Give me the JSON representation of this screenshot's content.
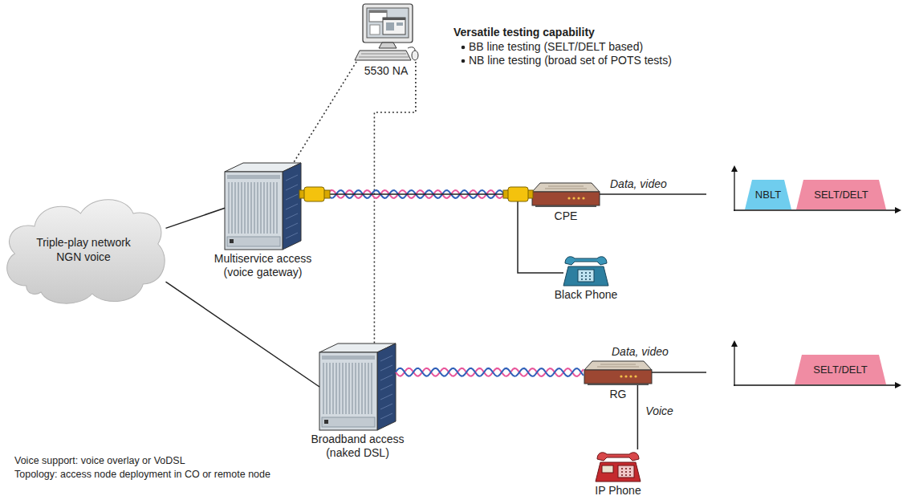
{
  "diagram": {
    "nodes": [
      {
        "text": [
          "5530 NA"
        ]
      },
      {
        "text": [
          "Triple-play network NGN voice"
        ]
      },
      {
        "text": [
          "Multiservice access (voice gateway)"
        ]
      },
      {
        "text": [
          "CPE"
        ]
      },
      {
        "text": [
          "Black Phone"
        ]
      },
      {
        "text": [
          "NBLT"
        ]
      },
      {
        "text": [
          "SELT/DELT"
        ]
      },
      {
        "text": [
          "Broadband access (naked DSL)"
        ]
      },
      {
        "text": [
          "RG"
        ]
      },
      {
        "text": [
          "IP Phone"
        ]
      },
      {
        "text": [
          "SELT/DELT"
        ]
      }
    ],
    "edges": [
      {
        "from": 0,
        "to": 2,
        "arrow": "none"
      },
      {
        "from": 0,
        "to": 7,
        "arrow": "none"
      },
      {
        "from": 1,
        "to": 2,
        "arrow": "none"
      },
      {
        "from": 1,
        "to": 7,
        "arrow": "none"
      },
      {
        "from": 2,
        "to": 3,
        "arrow": "none"
      },
      {
        "from": 2,
        "to": 4,
        "arrow": "none"
      },
      {
        "from": 7,
        "to": 8,
        "arrow": "none"
      },
      {
        "from": 8,
        "to": 9,
        "arrow": "none",
        "label": "Voice"
      }
    ],
    "labels": [
      "Versatile testing capability",
      "BB line testing (SELT/DELT based)",
      "NB line testing (broad set of POTS tests)",
      "Data, video",
      "Data, video",
      "Voice support: voice overlay or VoDSL",
      "Topology: access node deployment in CO or remote node"
    ]
  }
}
